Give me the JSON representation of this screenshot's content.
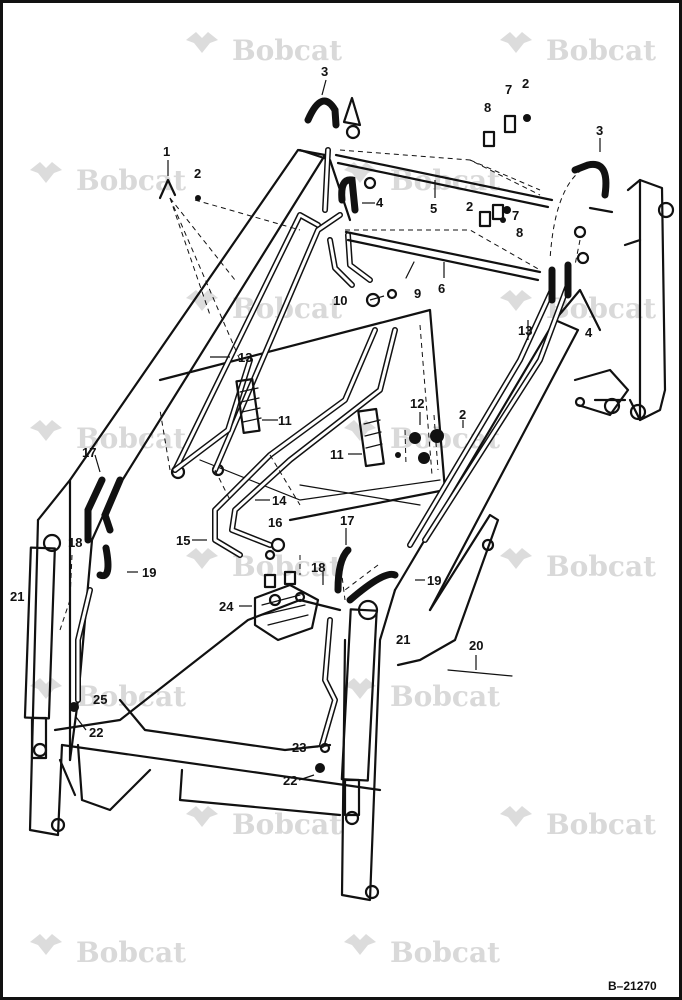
{
  "watermark": {
    "brand": "Bobcat"
  },
  "figure_ref": "B–21270",
  "callouts": {
    "c1": "1",
    "c2a": "2",
    "c3a": "3",
    "c8a": "8",
    "c7a": "7",
    "c2b": "2",
    "c3b": "3",
    "c4a": "4",
    "c5": "5",
    "c2c": "2",
    "c7b": "7",
    "c8b": "8",
    "c9": "9",
    "c6": "6",
    "c10": "10",
    "c13a": "13",
    "c13b": "13",
    "c4b": "4",
    "c11a": "11",
    "c12": "12",
    "c2d": "2",
    "c11b": "11",
    "c17a": "17",
    "c14": "14",
    "c15": "15",
    "c16": "16",
    "c17b": "17",
    "c18a": "18",
    "c19a": "19",
    "c18b": "18",
    "c19b": "19",
    "c21a": "21",
    "c24": "24",
    "c21b": "21",
    "c20": "20",
    "c25": "25",
    "c22a": "22",
    "c23": "23",
    "c22b": "22"
  }
}
